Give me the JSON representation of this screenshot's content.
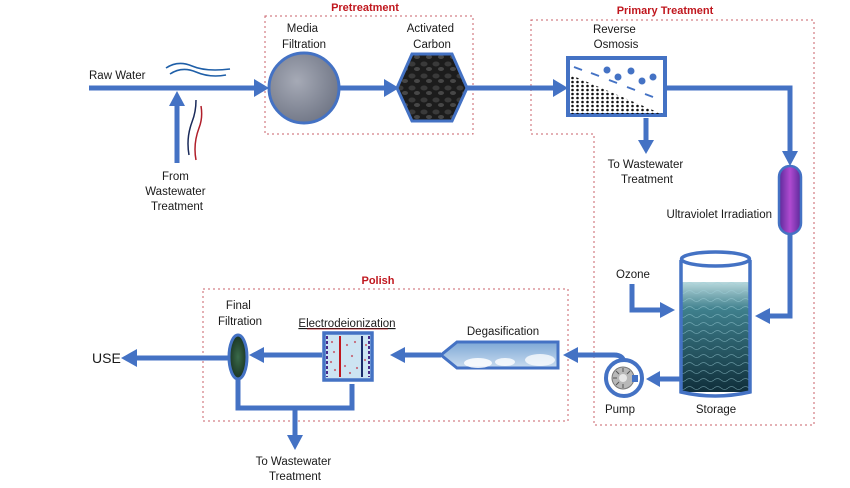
{
  "diagram": {
    "title": "Water Purification Process Flow",
    "colors": {
      "pipe": "#4472c4",
      "section_label": "#c0171e",
      "section_border": "#c8606a",
      "uv": "#8b3fb8",
      "text": "#1a1a1a"
    },
    "sections": {
      "pretreatment": "Pretreatment",
      "primary": "Primary Treatment",
      "polish": "Polish"
    },
    "inputs": {
      "raw_water": "Raw Water",
      "from_wastewater": [
        "From",
        "Wastewater",
        "Treatment"
      ],
      "ozone": "Ozone"
    },
    "stages": {
      "media_filtration": [
        "Media",
        "Filtration"
      ],
      "activated_carbon": [
        "Activated",
        "Carbon"
      ],
      "reverse_osmosis": [
        "Reverse",
        "Osmosis"
      ],
      "ro_waste": [
        "To Wastewater",
        "Treatment"
      ],
      "uv": "Ultraviolet Irradiation",
      "storage": "Storage",
      "pump": "Pump",
      "degasification": "Degasification",
      "edi": "Electrodeionization",
      "final_filtration": [
        "Final",
        "Filtration"
      ],
      "polish_waste": [
        "To Wastewater",
        "Treatment"
      ]
    },
    "output": "USE"
  }
}
